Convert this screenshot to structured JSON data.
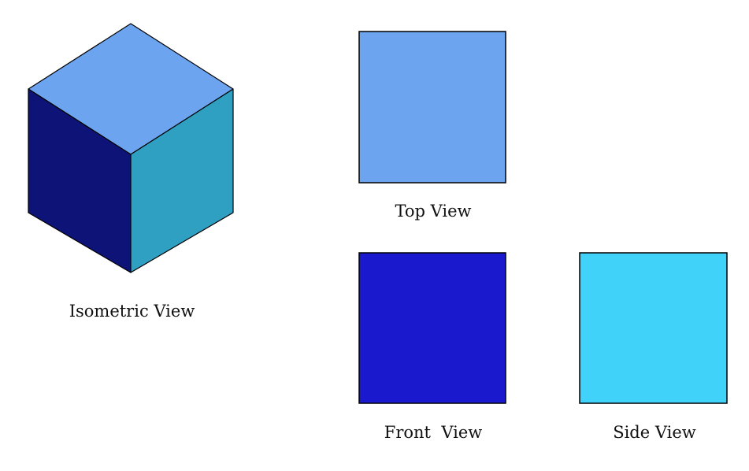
{
  "page": {
    "background": "#ffffff",
    "edge_color": "#000000"
  },
  "isometric": {
    "label": "Isometric View",
    "top_face_color": "#6CA4F0",
    "left_face_color": "#0D1377",
    "right_face_color": "#2F9FC2"
  },
  "views": {
    "top": {
      "label": "Top View",
      "color": "#6CA4F0"
    },
    "front": {
      "label": "Front  View",
      "color": "#1A19CE"
    },
    "side": {
      "label": "Side View",
      "color": "#40D2F8"
    }
  }
}
